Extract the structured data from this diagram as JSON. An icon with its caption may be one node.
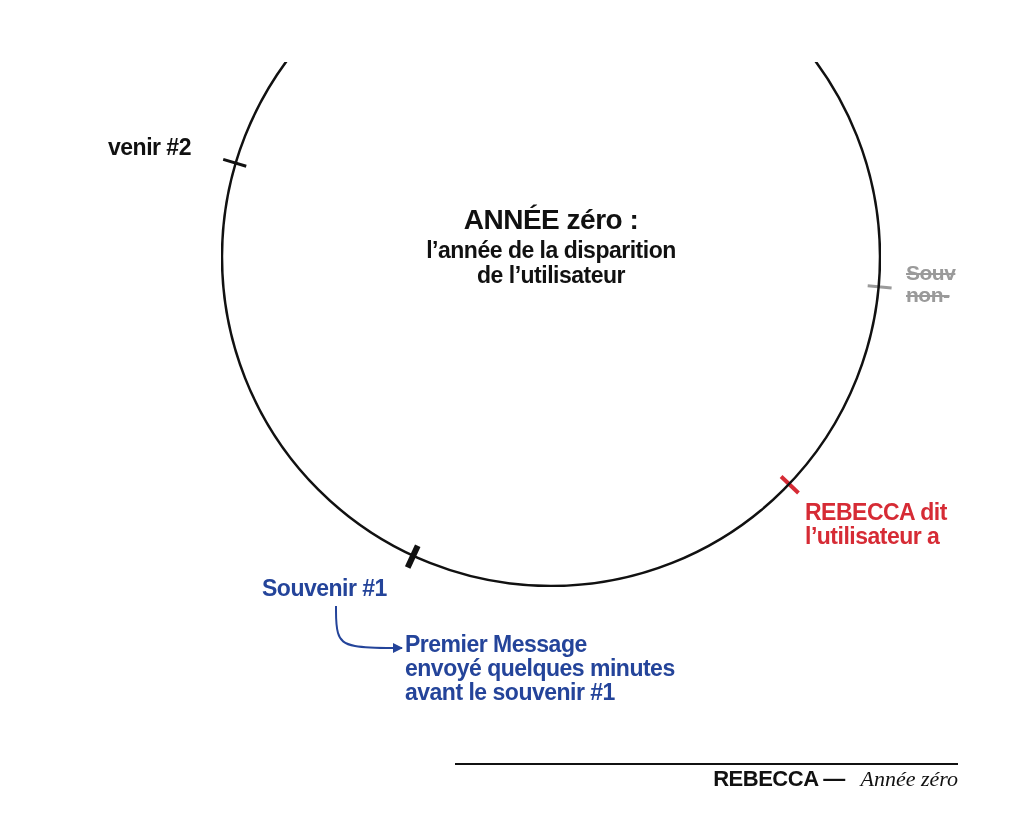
{
  "diagram": {
    "nodes": [
      {
        "text": [
          "ANNÉE zéro :",
          "l’année de la disparition de l’utilisateur"
        ]
      },
      {
        "text": [
          "Souvenir #1"
        ]
      },
      {
        "text": [
          "Premier Message envoyé quelques minutes avant le souvenir #1"
        ]
      }
    ],
    "edges": [
      {
        "from": 1,
        "to": 2,
        "arrow": "to"
      }
    ],
    "labels": [
      "venir #2",
      "Souv non-",
      "REBECCA dit l’utilisateur a",
      "**REBECCA —** *Année zéro*"
    ]
  }
}
